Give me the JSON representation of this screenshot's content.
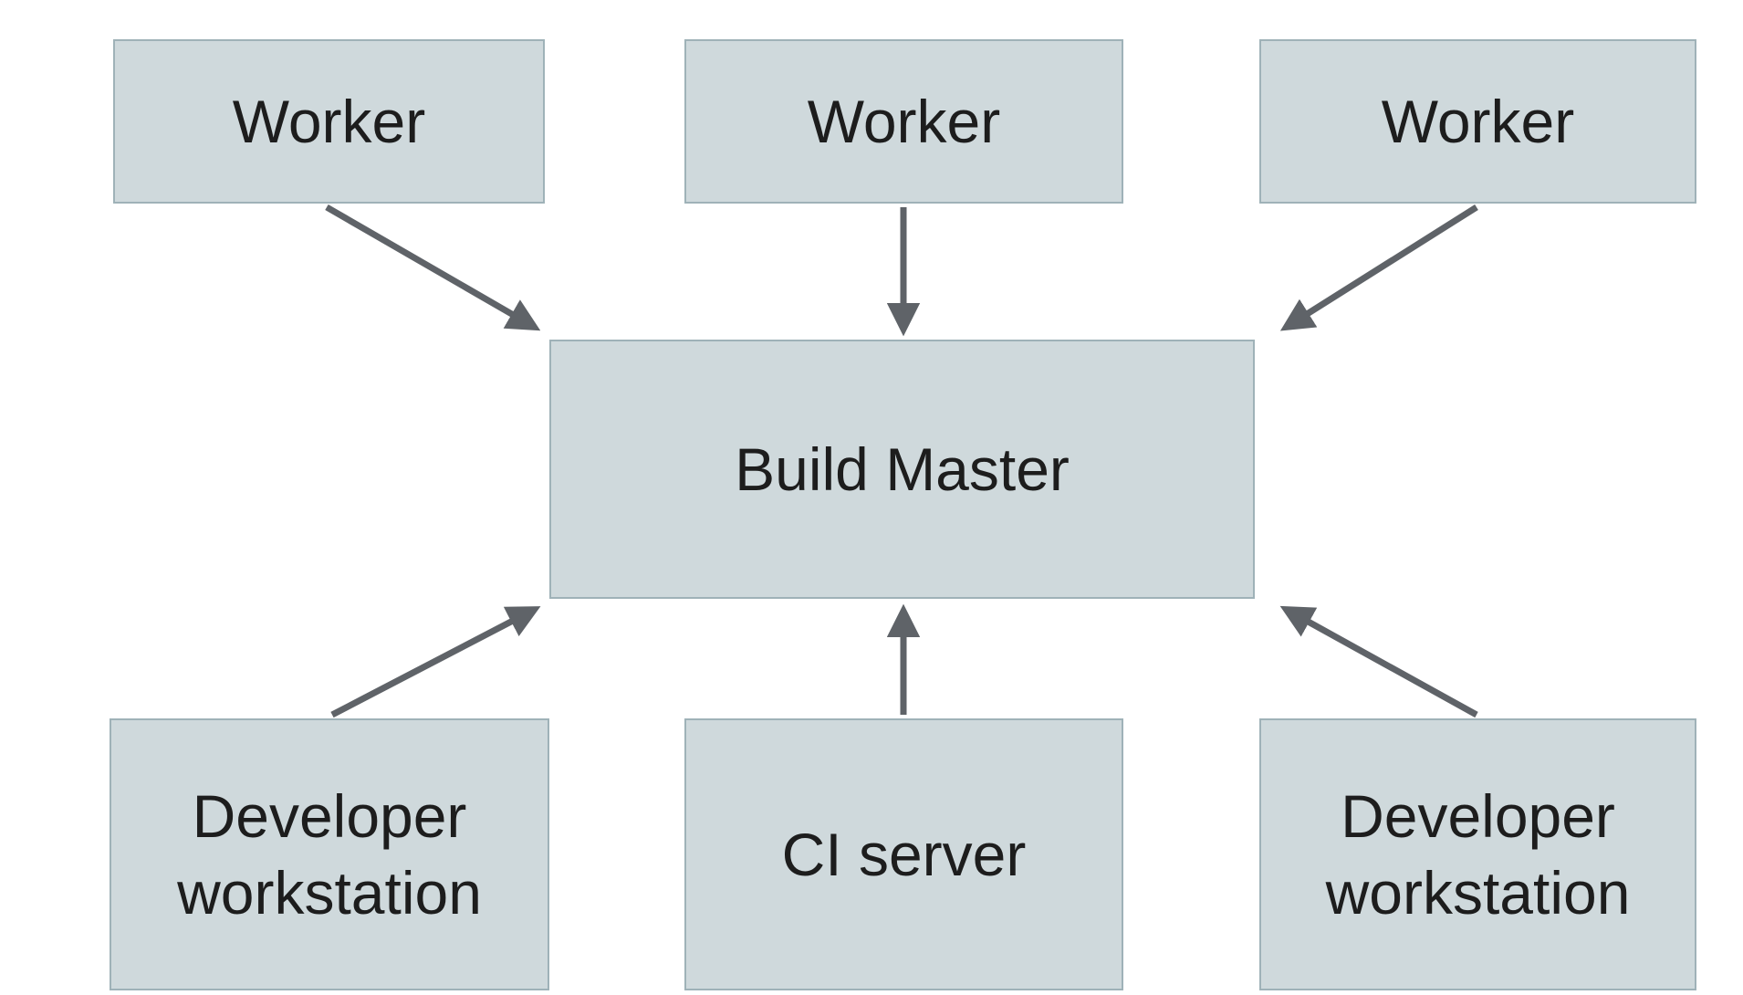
{
  "diagram": {
    "type": "architecture-diagram",
    "nodes": [
      {
        "id": "worker-1",
        "label": "Worker"
      },
      {
        "id": "worker-2",
        "label": "Worker"
      },
      {
        "id": "worker-3",
        "label": "Worker"
      },
      {
        "id": "build-master",
        "label": "Build Master"
      },
      {
        "id": "developer-workstation-left",
        "label": "Developer workstation"
      },
      {
        "id": "ci-server",
        "label": "CI server"
      },
      {
        "id": "developer-workstation-right",
        "label": "Developer workstation"
      }
    ],
    "edges": [
      {
        "from": "worker-1",
        "to": "build-master"
      },
      {
        "from": "worker-2",
        "to": "build-master"
      },
      {
        "from": "worker-3",
        "to": "build-master"
      },
      {
        "from": "developer-workstation-left",
        "to": "build-master"
      },
      {
        "from": "ci-server",
        "to": "build-master"
      },
      {
        "from": "developer-workstation-right",
        "to": "build-master"
      }
    ],
    "colors": {
      "background": "#ffffff",
      "node_fill": "#cfd9dc",
      "node_border": "#9fb2b8",
      "arrow": "#5f6368",
      "text": "#1d1d1d"
    }
  }
}
